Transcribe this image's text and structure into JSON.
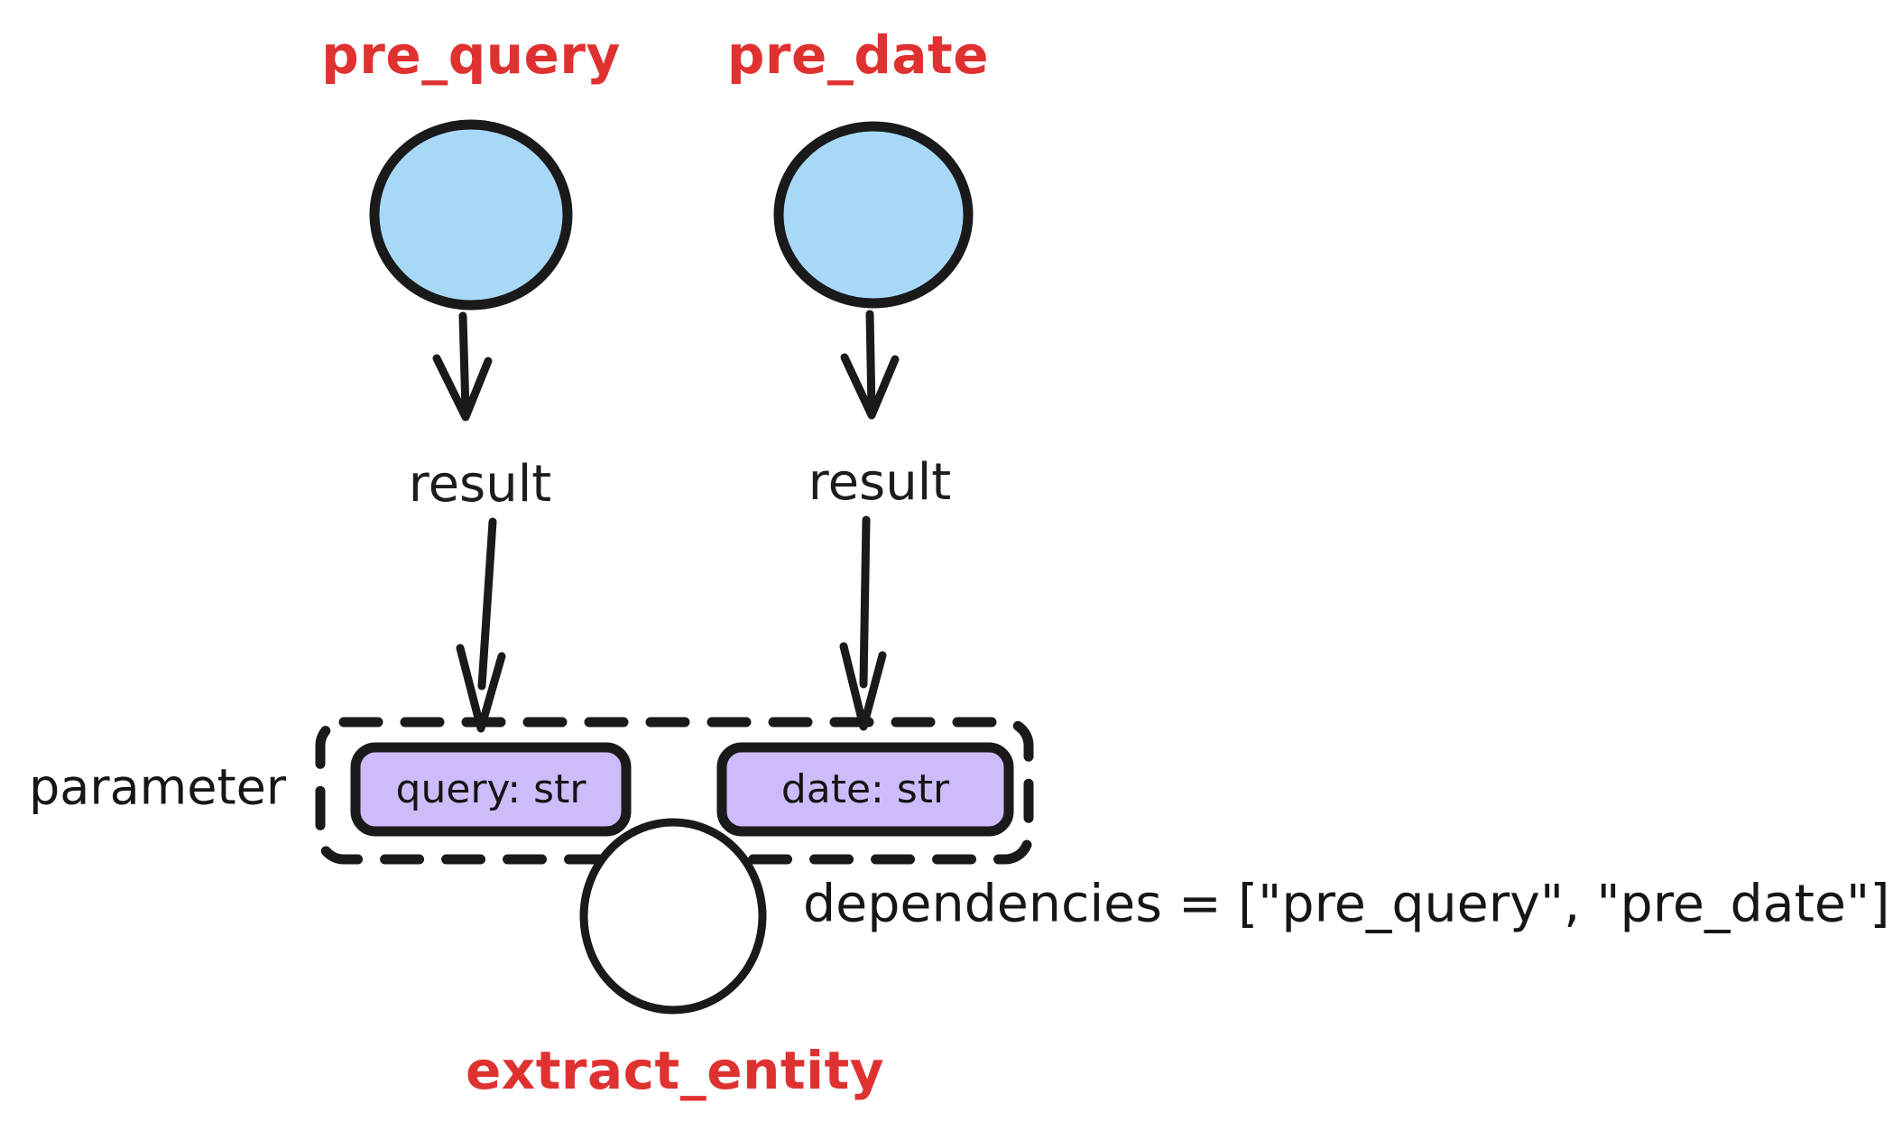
{
  "diagram": {
    "title_nodes": {
      "pre_query_label": "pre_query",
      "pre_date_label": "pre_date",
      "extract_entity_label": "extract_entity"
    },
    "edges": [
      {
        "id": "edge-pre-query-result",
        "label": "result"
      },
      {
        "id": "edge-pre-date-result",
        "label": "result"
      }
    ],
    "parameter_group": {
      "group_label": "parameter",
      "parameters": [
        {
          "name": "query",
          "type": "str",
          "label": "query: str"
        },
        {
          "name": "date",
          "type": "str",
          "label": "date: str"
        }
      ]
    },
    "annotation": {
      "dependencies_text": "dependencies = [\"pre_query\", \"pre_date\"]"
    },
    "colors": {
      "node_fill_blue": "#A8D8F8",
      "param_fill_purple": "#CDBCF9",
      "stroke_dark": "#1a1a1a",
      "label_red": "#E03131",
      "task_node_fill": "#ffffff",
      "background": "#ffffff"
    }
  }
}
